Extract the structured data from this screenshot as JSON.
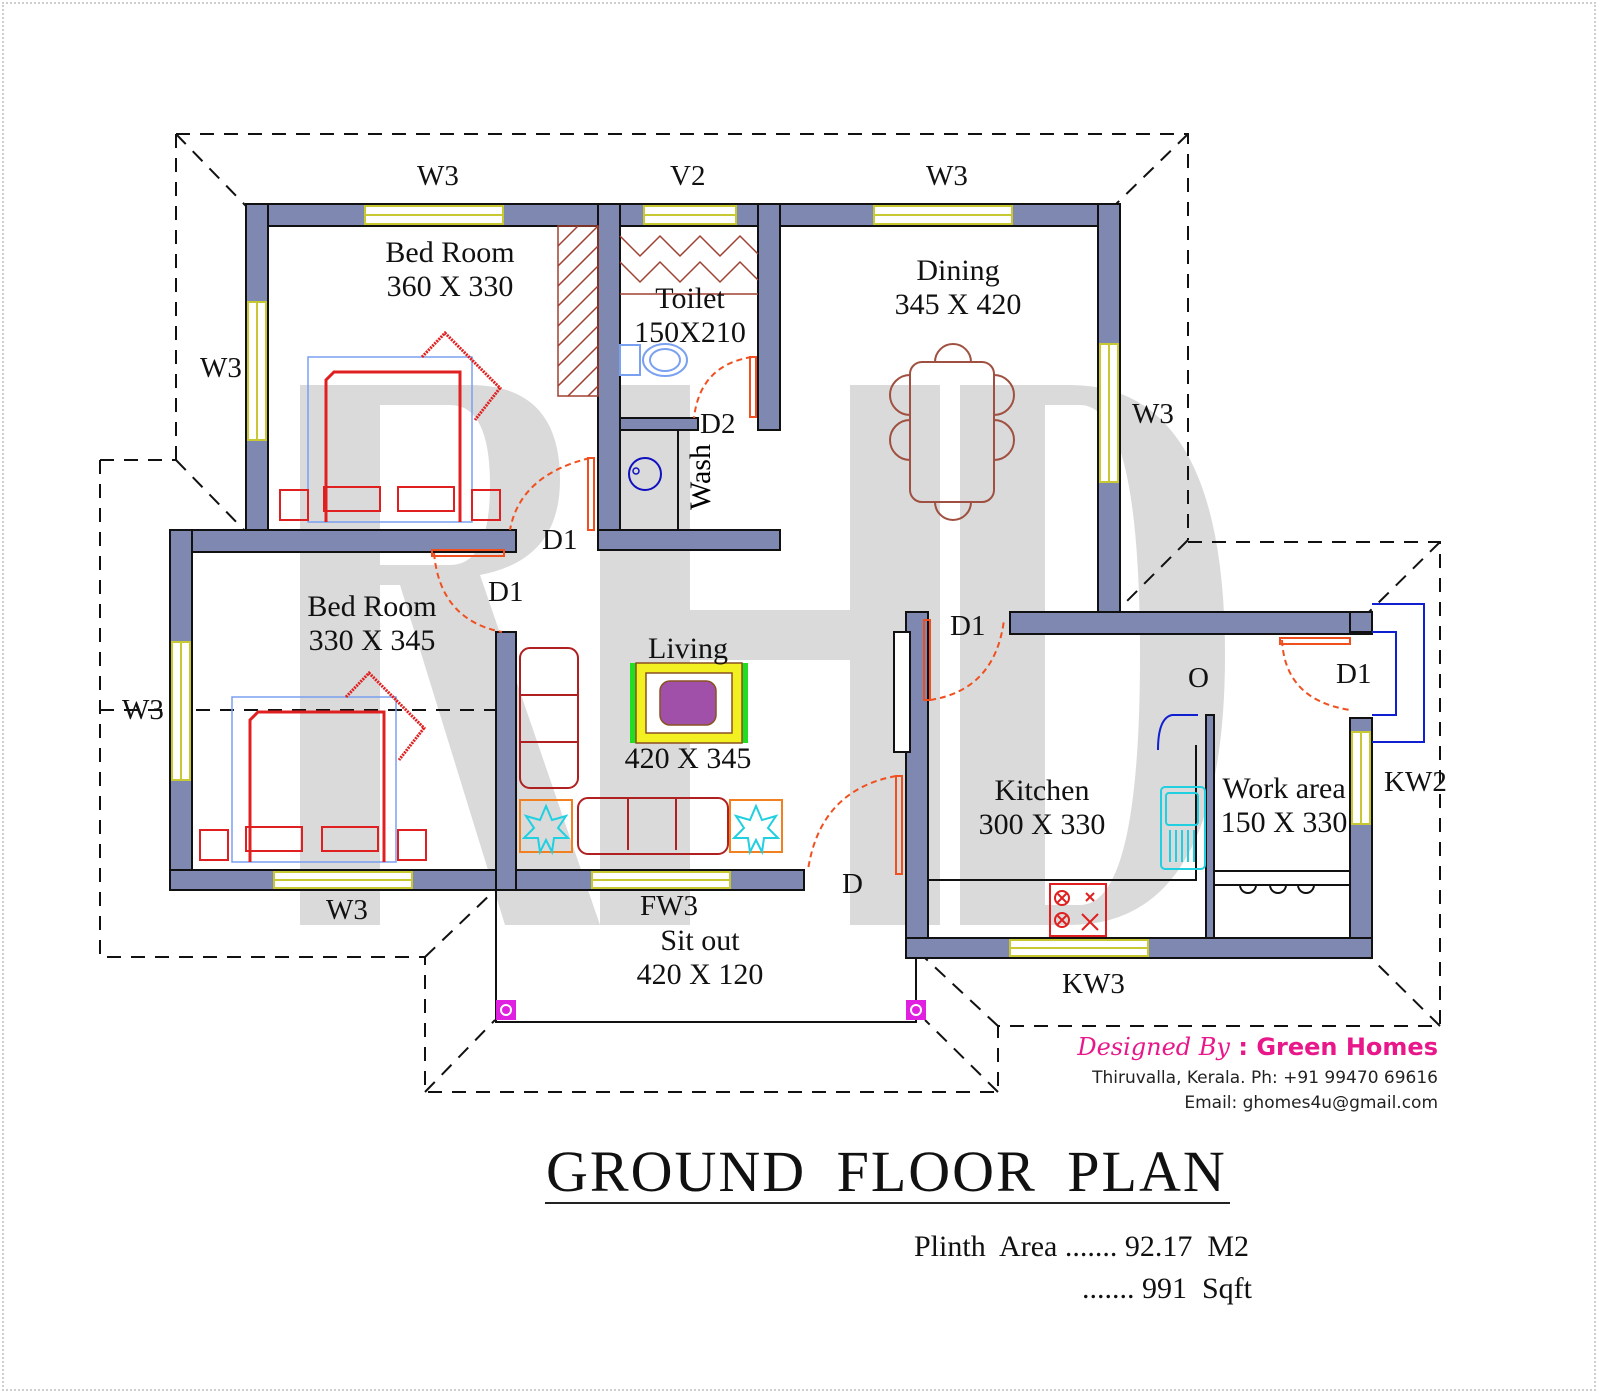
{
  "plan": {
    "title": "GROUND FLOOR PLAN",
    "watermark": "RHD",
    "colors": {
      "wall": "#7f88b0",
      "window": "#c8c832",
      "door": "#f05020",
      "furniture_bed": "#e02020",
      "furniture_dining": "#a05040",
      "column": "#e020e0",
      "sink": "#20d0e0",
      "designer": "#e8178a",
      "watermark": "#d9d9d9"
    },
    "rooms": [
      {
        "name": "Bed Room",
        "size": "360 X 330"
      },
      {
        "name": "Toilet",
        "size": "150X210"
      },
      {
        "name": "Wash",
        "size": ""
      },
      {
        "name": "Dining",
        "size": "345 X 420"
      },
      {
        "name": "Bed Room",
        "size": "330 X 345"
      },
      {
        "name": "Living",
        "size": "420 X 345"
      },
      {
        "name": "Kitchen",
        "size": "300 X 330"
      },
      {
        "name": "Work area",
        "size": "150 X 330"
      },
      {
        "name": "Sit out",
        "size": "420 X 120"
      }
    ],
    "openings": {
      "w3_top_left": "W3",
      "v2_top": "V2",
      "w3_top_right": "W3",
      "w3_left_upper": "W3",
      "w3_right": "W3",
      "w3_left_lower": "W3",
      "w3_bottom_left": "W3",
      "fw3_bottom": "FW3",
      "kw3_bottom": "KW3",
      "kw2_right": "KW2",
      "d1_bed1": "D1",
      "d1_bed2": "D1",
      "d2_toilet": "D2",
      "d1_kitchen": "D1",
      "d1_work": "D1",
      "d_main": "D",
      "o_opening": "O"
    },
    "plinth_area": {
      "label": "Plinth  Area",
      "dots1": ".......",
      "metric": "92.17  M2",
      "dots2": ".......",
      "imperial": "991  Sqft"
    },
    "designer": {
      "prefix": "Designed By",
      "separator": ":",
      "name": "Green Homes",
      "address": "Thiruvalla, Kerala.  Ph: +91 99470 69616",
      "email": "Email: ghomes4u@gmail.com"
    }
  }
}
